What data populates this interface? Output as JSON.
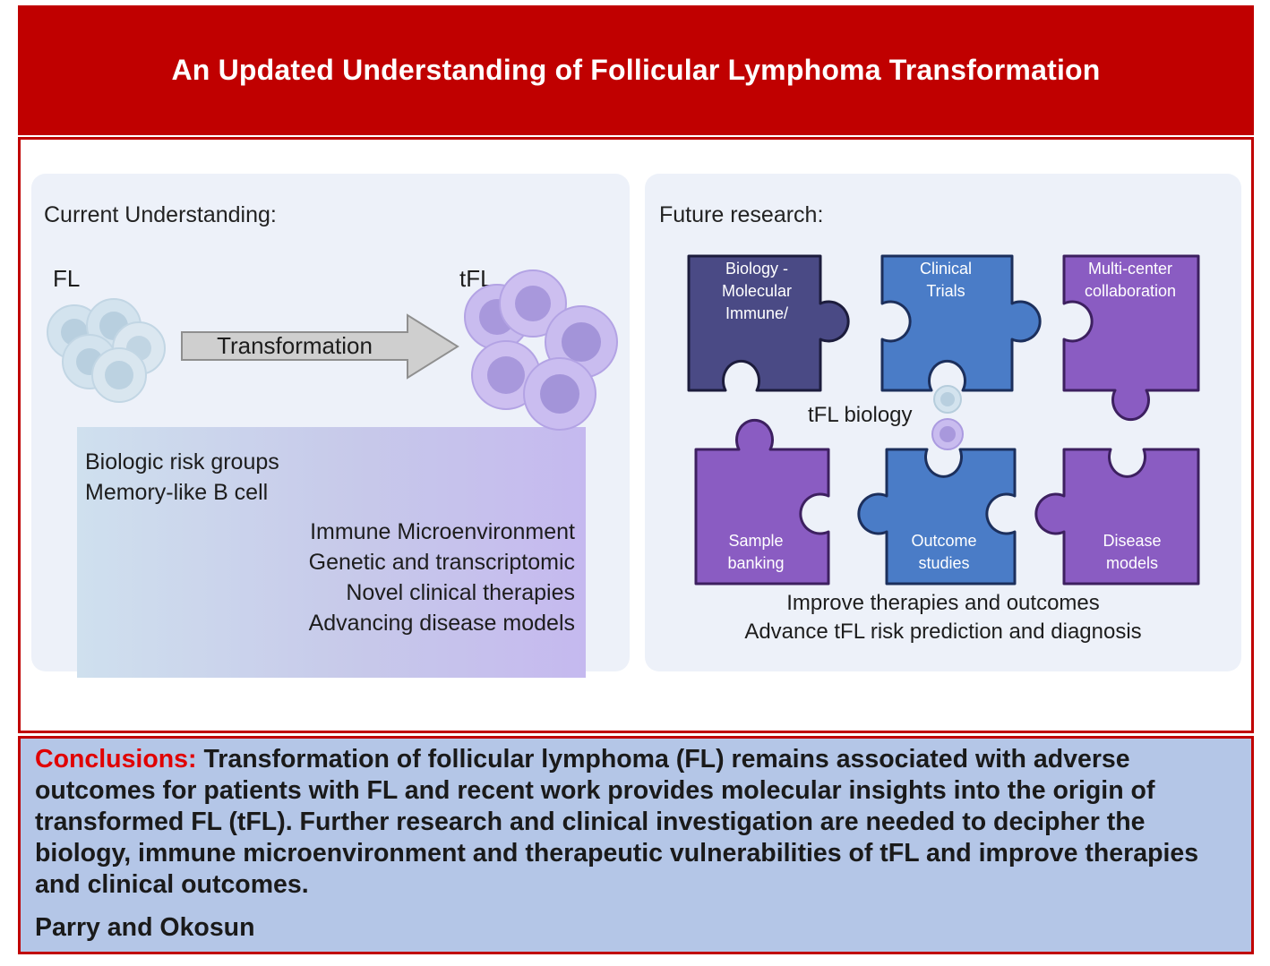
{
  "header": {
    "title": "An Updated Understanding of Follicular Lymphoma Transformation"
  },
  "left_panel": {
    "title": "Current Understanding:",
    "fl_label": "FL",
    "tfl_label": "tFL",
    "arrow_label": "Transformation",
    "box_left_lines": [
      "Biologic risk groups",
      "Memory-like B cell"
    ],
    "box_right_lines": [
      "Immune Microenvironment",
      "Genetic and transcriptomic",
      "Novel clinical therapies",
      "Advancing disease models"
    ]
  },
  "right_panel": {
    "title": "Future research:",
    "center_label": "tFL biology",
    "pieces": {
      "biology": "Biology - Molecular Immune/",
      "clinical": "Clinical Trials",
      "multicenter": "Multi-center collaboration",
      "sample": "Sample banking",
      "outcome": "Outcome studies",
      "disease": "Disease models"
    },
    "bottom_lines": [
      "Improve therapies and outcomes",
      "Advance tFL risk prediction and diagnosis"
    ]
  },
  "colors": {
    "accent_red": "#c00000",
    "navy_piece": "#4a4a85",
    "blue_piece": "#4a7cc7",
    "purple_piece": "#8a5cc2",
    "conclusion_bg": "#b4c6e7"
  },
  "conclusions": {
    "heading": "Conclusions:",
    "text": "Transformation of follicular lymphoma (FL) remains associated with adverse outcomes for patients with FL and recent work provides molecular insights into the origin of transformed FL (tFL). Further research and clinical investigation are needed to decipher the biology, immune microenvironment and therapeutic vulnerabilities of tFL and improve therapies and clinical outcomes.",
    "authors": "Parry and Okosun"
  }
}
